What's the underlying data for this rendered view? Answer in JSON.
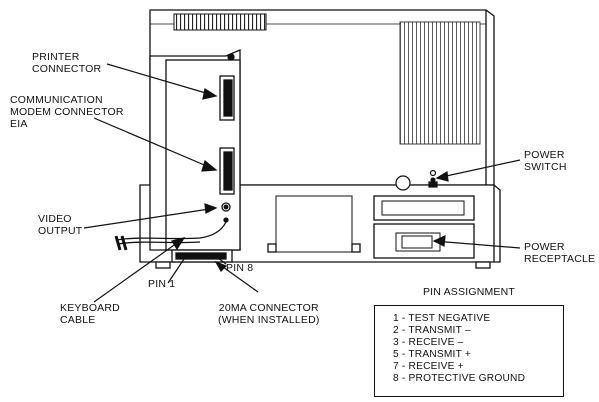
{
  "labels": {
    "printer": [
      "PRINTER",
      "CONNECTOR"
    ],
    "modem": [
      "COMMUNICATION",
      "MODEM CONNECTOR",
      "EIA"
    ],
    "video": [
      "VIDEO",
      "OUTPUT"
    ],
    "keyboard": [
      "KEYBOARD",
      "CABLE"
    ],
    "pin1": "PIN 1",
    "pin8": "PIN 8",
    "ma20": [
      "20MA CONNECTOR",
      "(WHEN  INSTALLED)"
    ],
    "power_switch": [
      "POWER",
      "SWITCH"
    ],
    "power_receptacle": [
      "POWER",
      "RECEPTACLE"
    ]
  },
  "pin_assignment": {
    "title": "PIN ASSIGNMENT",
    "items": [
      "1 - TEST NEGATIVE",
      "2 - TRANSMIT –",
      "3 - RECEIVE –",
      "5 - TRANSMIT +",
      "7 - RECEIVE +",
      "8 - PROTECTIVE GROUND"
    ]
  }
}
